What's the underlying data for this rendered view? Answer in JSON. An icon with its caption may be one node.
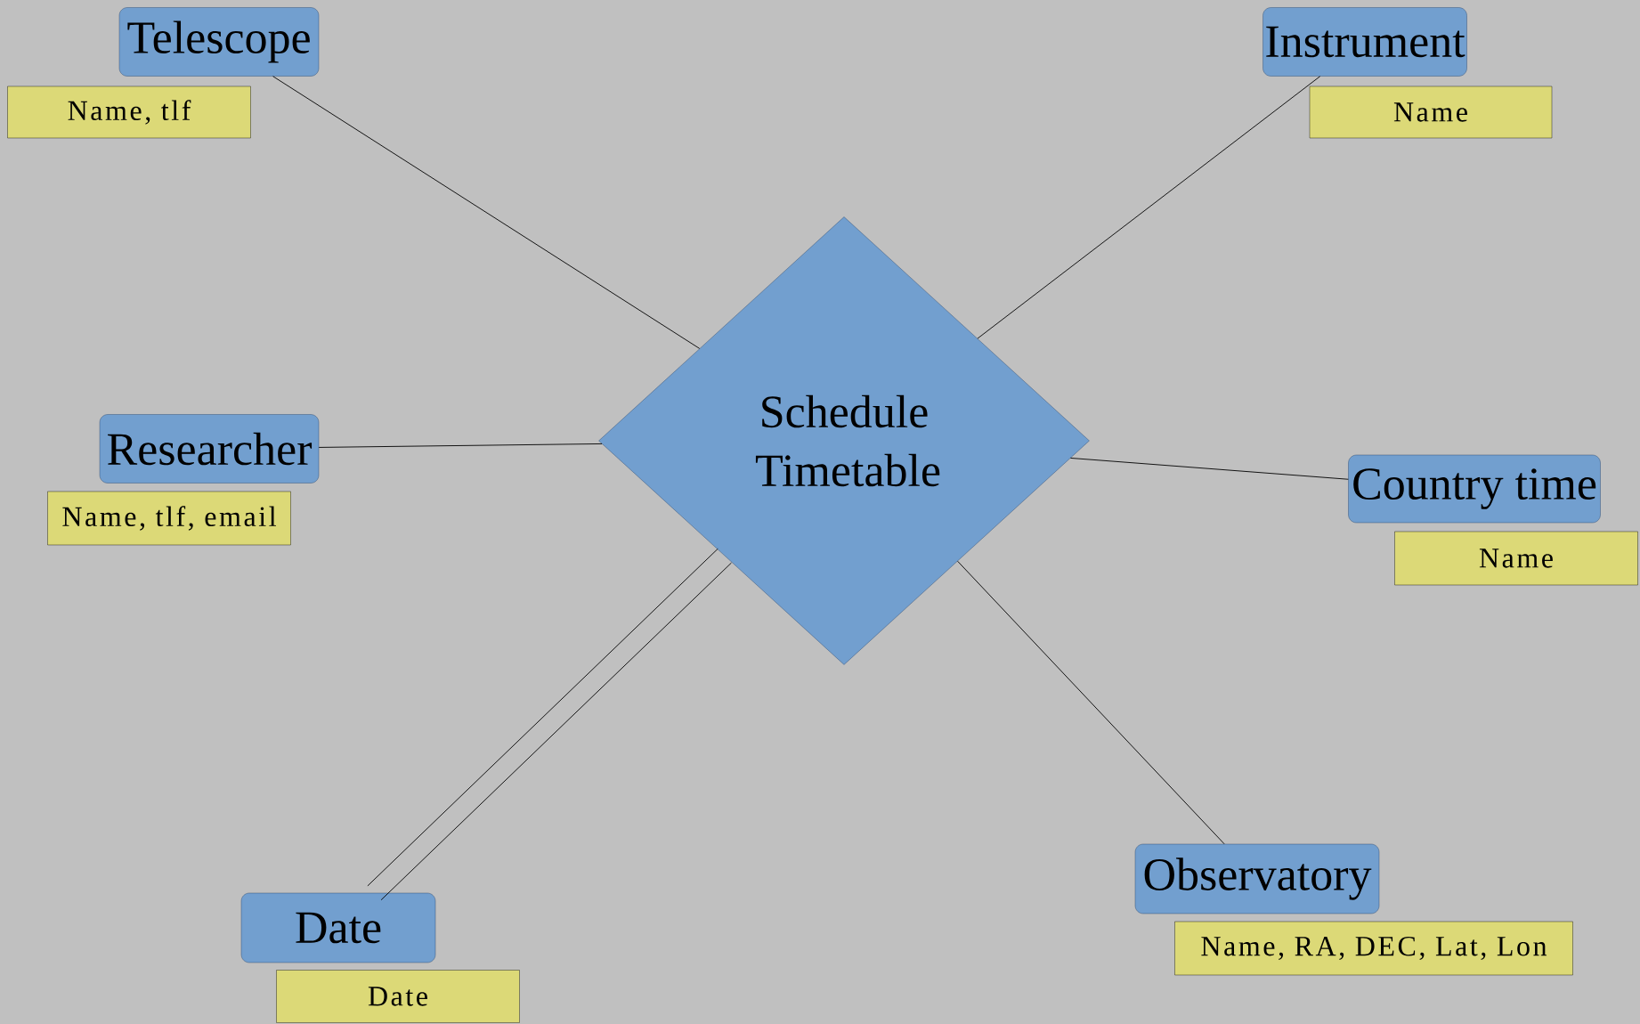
{
  "diagram": {
    "nodes": [
      {
        "text": [
          "Telescope"
        ]
      },
      {
        "text": [
          "Name, tlf"
        ]
      },
      {
        "text": [
          "Instrument"
        ]
      },
      {
        "text": [
          "Name"
        ]
      },
      {
        "text": [
          "Researcher"
        ]
      },
      {
        "text": [
          "Name, tlf, email"
        ]
      },
      {
        "text": [
          "Schedule Timetable"
        ]
      },
      {
        "text": [
          "Country time"
        ]
      },
      {
        "text": [
          "Name"
        ]
      },
      {
        "text": [
          "Observatory"
        ]
      },
      {
        "text": [
          "Name, RA, DEC, Lat, Lon"
        ]
      },
      {
        "text": [
          "Date"
        ]
      },
      {
        "text": [
          "Date"
        ]
      }
    ],
    "edges": [
      {
        "from": 0,
        "to": 6,
        "arrow": "none"
      },
      {
        "from": 2,
        "to": 6,
        "arrow": "none"
      },
      {
        "from": 4,
        "to": 6,
        "arrow": "none"
      },
      {
        "from": 6,
        "to": 7,
        "arrow": "none"
      },
      {
        "from": 6,
        "to": 9,
        "arrow": "none"
      },
      {
        "from": 11,
        "to": 6,
        "arrow": "none"
      },
      {
        "from": 11,
        "to": 6,
        "arrow": "none"
      }
    ]
  }
}
